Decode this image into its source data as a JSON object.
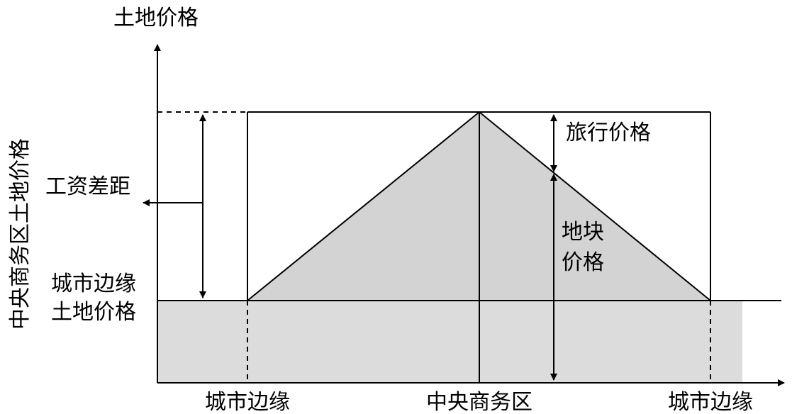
{
  "labels": {
    "y_axis_title": "土地价格",
    "left_vertical_title": "中央商务区土地价格",
    "wage_gap": "工资差距",
    "edge_land_price_line1": "城市边缘",
    "edge_land_price_line2": "土地价格",
    "travel_price": "旅行价格",
    "plot_price_line1": "地块",
    "plot_price_line2": "价格",
    "x_left_edge": "城市边缘",
    "x_center": "中央商务区",
    "x_right_edge": "城市边缘"
  },
  "colors": {
    "line": "#000000",
    "triangle_fill": "#d3d3d3",
    "base_fill": "#dcdcdc",
    "background": "#ffffff"
  }
}
